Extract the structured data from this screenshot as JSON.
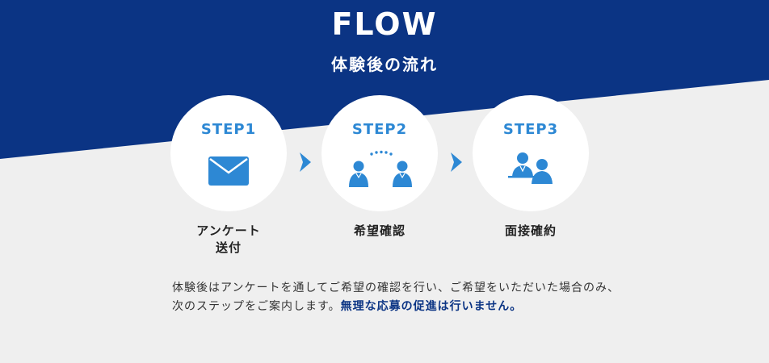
{
  "colors": {
    "navy": "#0b3484",
    "accent_blue": "#2d88d4",
    "background": "#efefef"
  },
  "header": {
    "title_en": "FLOW",
    "title_ja": "体験後の流れ"
  },
  "steps": [
    {
      "label": "STEP1",
      "name": "アンケート\n送付",
      "icon": "envelope-icon"
    },
    {
      "label": "STEP2",
      "name": "希望確認",
      "icon": "two-people-connected-icon"
    },
    {
      "label": "STEP3",
      "name": "面接確約",
      "icon": "interview-icon"
    }
  ],
  "arrows": [
    "chevron-right-icon",
    "chevron-right-icon"
  ],
  "description": {
    "text": "体験後はアンケートを通してご希望の確認を行い、ご希望をいただいた場合のみ、次のステップをご案内します。",
    "emphasis": "無理な応募の促進は行いません。"
  }
}
